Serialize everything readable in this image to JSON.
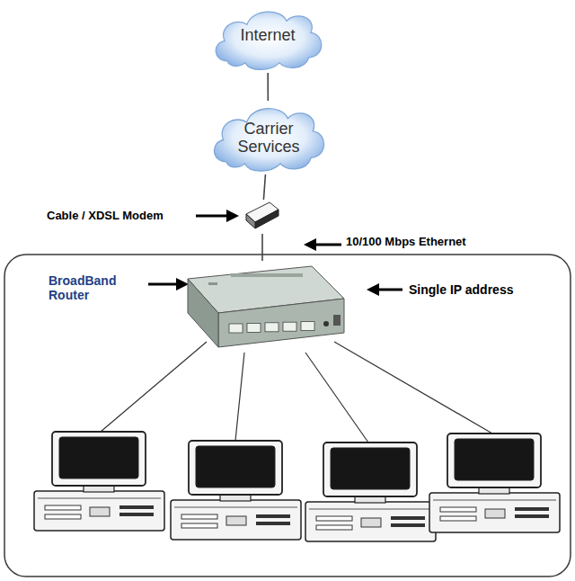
{
  "diagram": {
    "nodes": [
      {
        "text": [
          "Internet"
        ]
      },
      {
        "text": [
          "Carrier Services"
        ]
      },
      {
        "text": [
          "Cable / XDSL Modem"
        ]
      },
      {
        "text": [
          "BroadBand Router"
        ]
      }
    ],
    "edges": [
      {
        "from": 0,
        "to": 1,
        "arrow": "none"
      },
      {
        "from": 1,
        "to": 2,
        "arrow": "none"
      },
      {
        "from": 2,
        "to": 3,
        "label": "10/100 Mbps Ethernet",
        "arrow": "none"
      }
    ],
    "labels": [
      "Single IP address"
    ]
  }
}
